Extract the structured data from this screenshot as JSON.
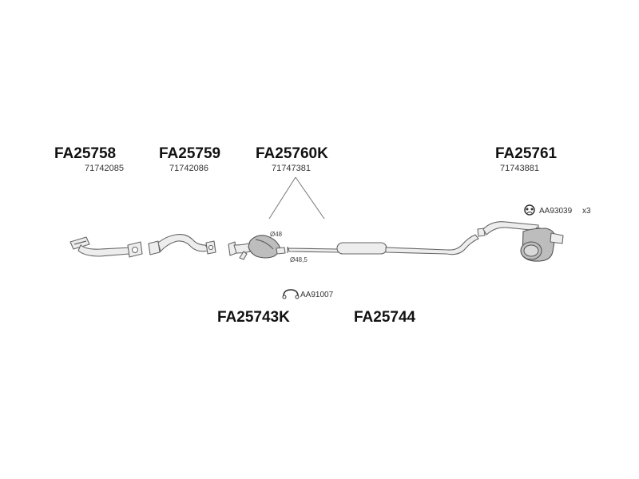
{
  "diagram": {
    "parts": [
      {
        "code": "FA25758",
        "oem": "71742085"
      },
      {
        "code": "FA25759",
        "oem": "71742086"
      },
      {
        "code": "FA25760K",
        "oem": "71747381"
      },
      {
        "code": "FA25761",
        "oem": "71743881"
      }
    ],
    "kits": [
      {
        "code": "FA25743K"
      },
      {
        "code": "FA25744"
      }
    ],
    "hardware": [
      {
        "code": "AA93039",
        "qty": "x3"
      },
      {
        "code": "AA91007"
      }
    ],
    "dimensions": [
      {
        "label": "Ø48"
      },
      {
        "label": "Ø48,5"
      }
    ]
  }
}
